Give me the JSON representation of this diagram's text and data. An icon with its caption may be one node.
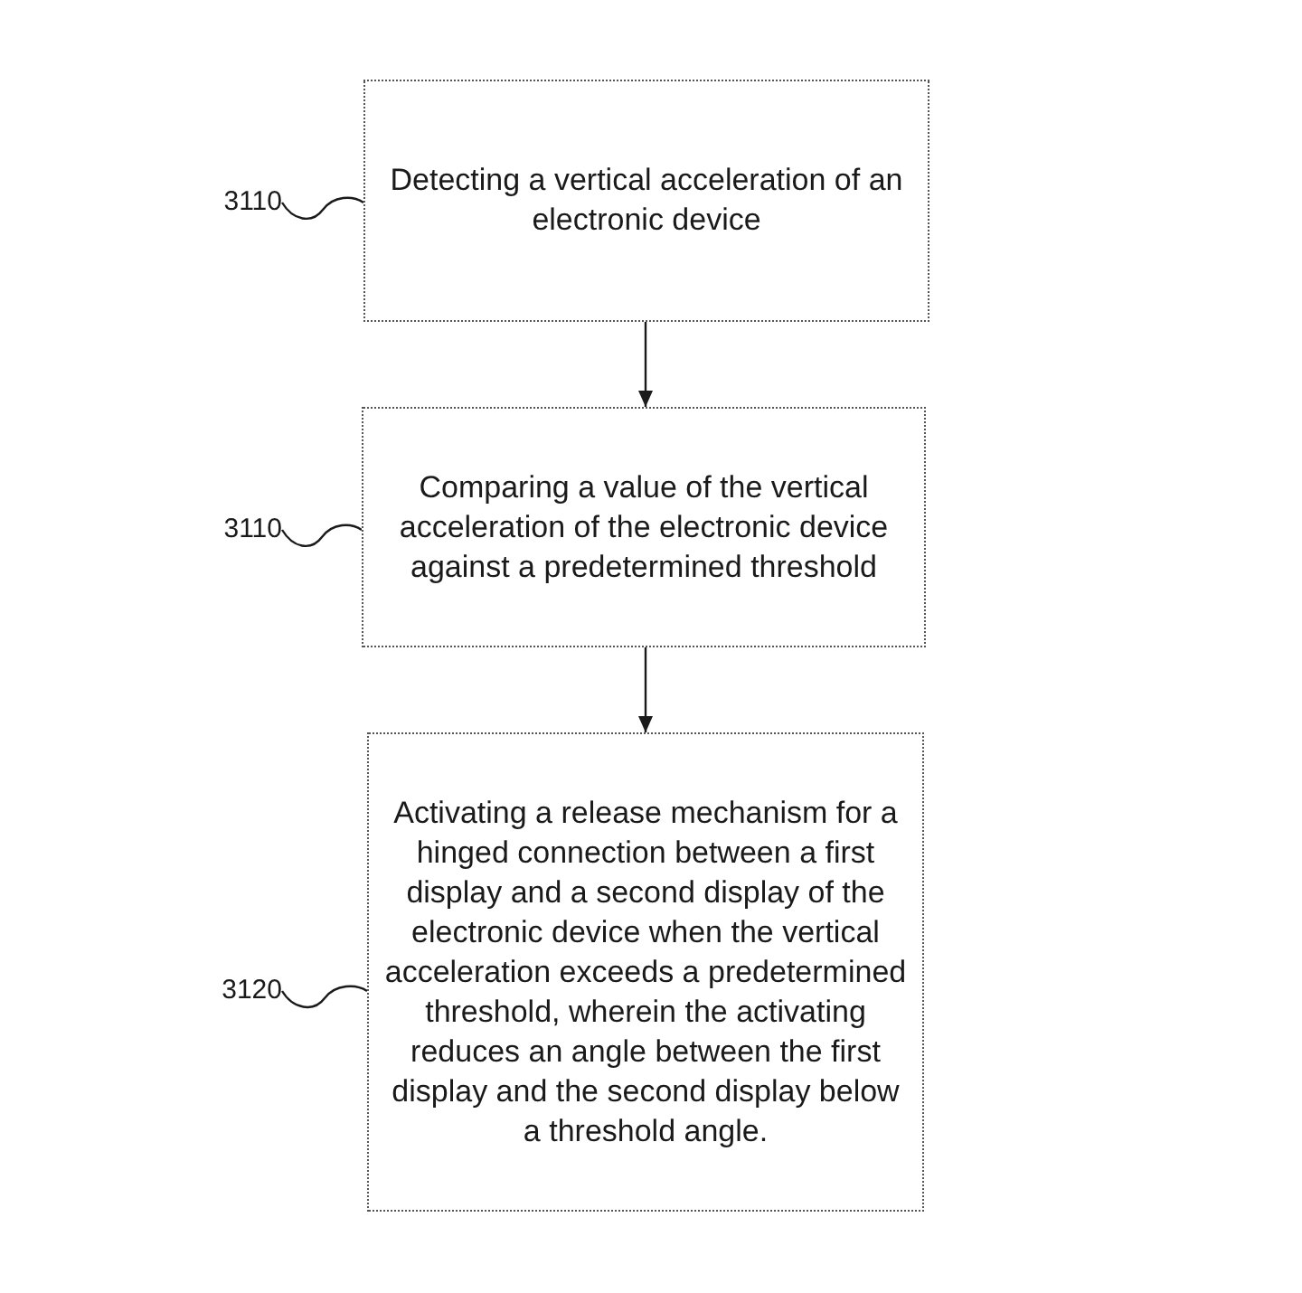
{
  "diagram": {
    "nodes": [
      {
        "text": [
          "Detecting a vertical acceleration of an electronic device"
        ]
      },
      {
        "text": [
          "Comparing a value of the vertical acceleration of the electronic device against a predetermined threshold"
        ]
      },
      {
        "text": [
          "Activating a release mechanism for a hinged connection between a first display and a second display of the electronic device when the vertical acceleration exceeds a predetermined threshold, wherein the activating reduces an angle between the first display and the second display below a threshold angle."
        ]
      },
      {
        "text": [
          "3110"
        ]
      },
      {
        "text": [
          "3110"
        ]
      },
      {
        "text": [
          "3120"
        ]
      }
    ],
    "edges": [
      {
        "from": 0,
        "to": 1,
        "arrow": "to"
      },
      {
        "from": 1,
        "to": 2,
        "arrow": "to"
      },
      {
        "from": 3,
        "to": 0,
        "arrow": "none"
      },
      {
        "from": 4,
        "to": 1,
        "arrow": "none"
      },
      {
        "from": 5,
        "to": 2,
        "arrow": "none"
      }
    ]
  }
}
